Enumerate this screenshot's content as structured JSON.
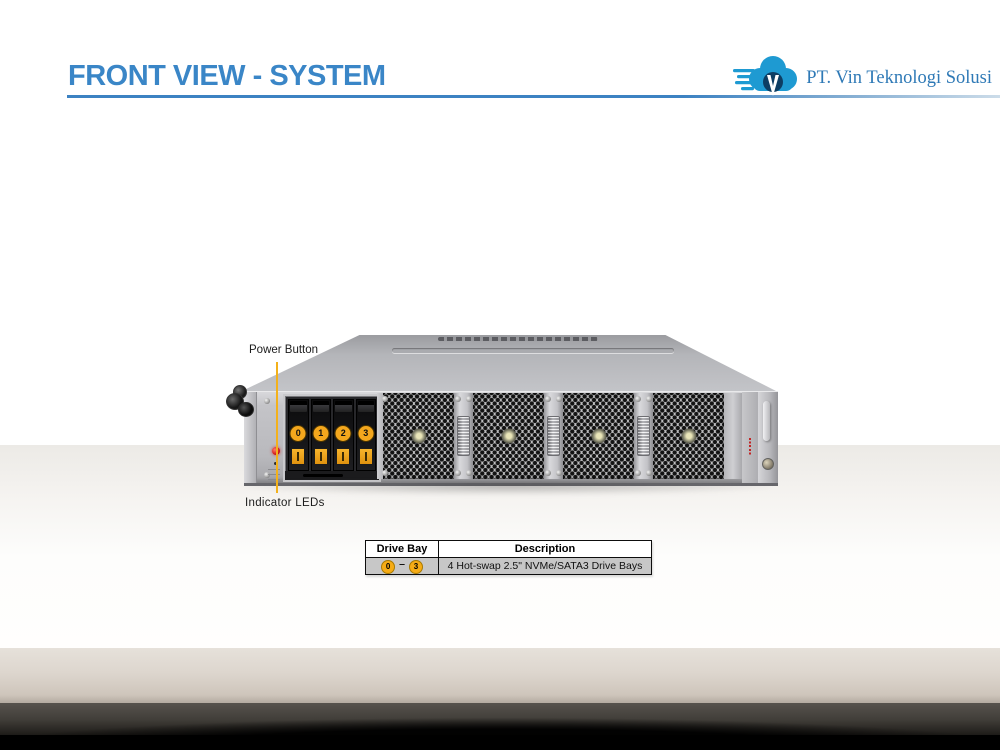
{
  "slide": {
    "title": "FRONT VIEW - SYSTEM",
    "accent_color": "#3a86c7"
  },
  "logo": {
    "company": "PT. Vin Teknologi Solusi",
    "icon": "cloud-v-logo",
    "icon_color": "#1e9ad2",
    "text_color": "#2e79b6"
  },
  "diagram": {
    "name": "server-front-view",
    "callouts": [
      {
        "label": "Power Button"
      },
      {
        "label": "Indicator LEDs"
      }
    ],
    "callout_line_color": "#f3b11b",
    "power_led_color": "#d01818",
    "drive_bays": [
      "0",
      "1",
      "2",
      "3"
    ],
    "bay_badge_color": "#f4a71d"
  },
  "table": {
    "headers": [
      "Drive Bay",
      "Description"
    ],
    "row": {
      "bay_from": "0",
      "bay_to": "3",
      "separator": "–",
      "description": "4 Hot-swap 2.5\" NVMe/SATA3 Drive Bays"
    }
  }
}
